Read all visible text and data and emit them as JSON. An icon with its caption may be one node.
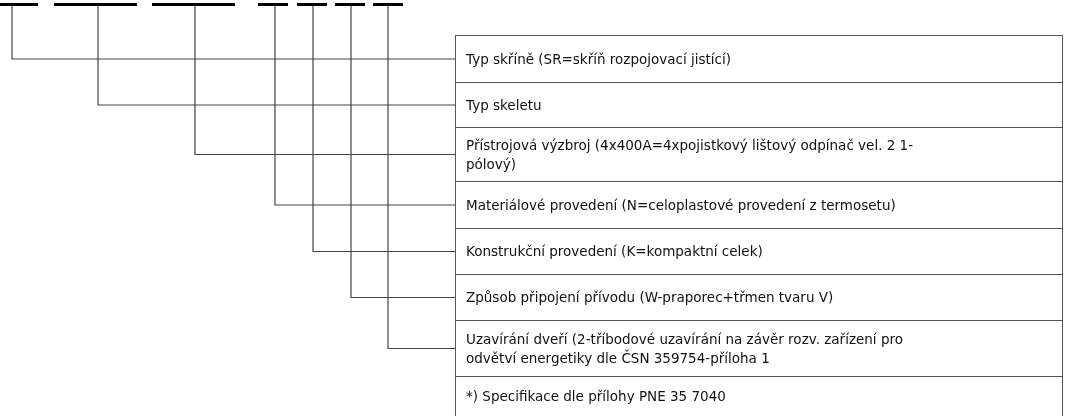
{
  "diagram": {
    "nodes": [
      {
        "text": [],
        "shape": "bar"
      },
      {
        "text": [],
        "shape": "bar"
      },
      {
        "text": [],
        "shape": "bar"
      },
      {
        "text": [],
        "shape": "bar"
      },
      {
        "text": [],
        "shape": "bar"
      },
      {
        "text": [],
        "shape": "bar"
      },
      {
        "text": [],
        "shape": "bar"
      },
      {
        "text": [
          "Typ skříně (SR=skříň rozpojovací jistící)"
        ]
      },
      {
        "text": [
          "Typ skeletu"
        ]
      },
      {
        "text": [
          "Přístrojová výzbroj (4x400A=4xpojistkový lištový odpínač vel. 2 1-pólový)"
        ]
      },
      {
        "text": [
          "Materiálové provedení (N=celoplastové provedení z termosetu)"
        ]
      },
      {
        "text": [
          "Konstrukční provedení (K=kompaktní celek)"
        ]
      },
      {
        "text": [
          "Způsob připojení přívodu (W-praporec+třmen tvaru V)"
        ]
      },
      {
        "text": [
          "Uzavírání dveří (2-tříbodové uzavírání na závěr rozv. zařízení pro odvětví energetiky dle ČSN 359754-příloha 1"
        ]
      },
      {
        "text": [
          "*) Specifikace dle přílohy PNE 35 7040"
        ]
      }
    ],
    "edges": [
      {
        "from": 0,
        "to": 7,
        "arrow": "none"
      },
      {
        "from": 1,
        "to": 8,
        "arrow": "none"
      },
      {
        "from": 2,
        "to": 9,
        "arrow": "none"
      },
      {
        "from": 3,
        "to": 10,
        "arrow": "none"
      },
      {
        "from": 4,
        "to": 11,
        "arrow": "none"
      },
      {
        "from": 5,
        "to": 12,
        "arrow": "none"
      },
      {
        "from": 6,
        "to": 13,
        "arrow": "none"
      }
    ]
  }
}
